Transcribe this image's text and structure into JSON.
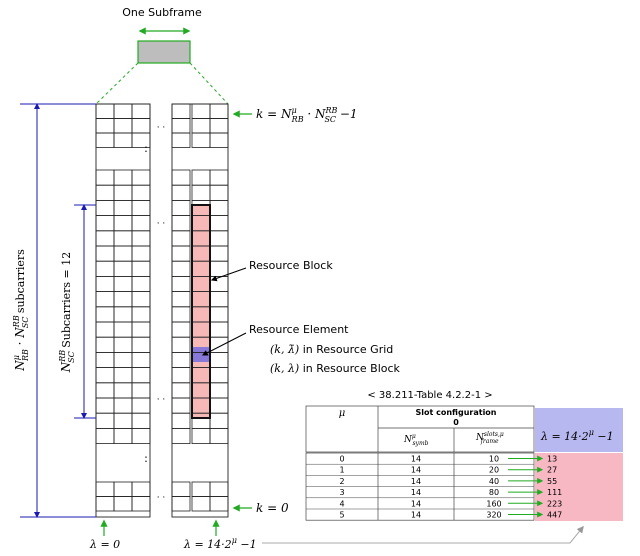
{
  "subframe": {
    "title": "One Subframe"
  },
  "grid": {
    "top_k_label": "k = N",
    "top_k_sup": "μ",
    "top_k_sub": "RB",
    "top_k_mid": " · N",
    "top_k_sup2": "RB",
    "top_k_sub2": "SC",
    "top_k_end": " −1",
    "bottom_k_label": "k = 0",
    "lambda_zero": "λ = 0",
    "lambda_max": "λ = 14·2",
    "lambda_max_sup": "μ",
    "lambda_max_end": " −1",
    "left_axis_main": "N",
    "left_axis_sup1": "μ",
    "left_axis_sub1": "RB",
    "left_axis_mid": " · N",
    "left_axis_sup2": "RB",
    "left_axis_sub2": "SC",
    "left_axis_end": "  subcarriers",
    "inner_axis_main": "N",
    "inner_axis_sup": "RB",
    "inner_axis_sub": "SC",
    "inner_axis_end": "  Subcarriers = 12",
    "dots": "· ·",
    "vdots": ":"
  },
  "labels": {
    "resource_block": "Resource Block",
    "resource_element": "Resource Element",
    "re_grid_coord": "(k, λ̄)",
    "re_grid_text": " in Resource Grid",
    "re_block_coord": "(k, λ)",
    "re_block_text": " in Resource Block"
  },
  "table": {
    "caption": "< 38.211-Table 4.2.2-1 >",
    "header_mu": "μ",
    "header_slot_config": "Slot configuration",
    "header_zero": "0",
    "header_nsymb": "N",
    "header_nsymb_sup": "μ",
    "header_nsymb_sub": "symb",
    "header_nslots": "N",
    "header_nslots_sup": "slots,μ",
    "header_nslots_sub": "frame",
    "lambda_header": "λ = 14·2",
    "lambda_header_sup": "μ",
    "lambda_header_end": " −1",
    "rows": [
      {
        "mu": "0",
        "nsymb": "14",
        "nslots": "10",
        "lambda": "13"
      },
      {
        "mu": "1",
        "nsymb": "14",
        "nslots": "20",
        "lambda": "27"
      },
      {
        "mu": "2",
        "nsymb": "14",
        "nslots": "40",
        "lambda": "55"
      },
      {
        "mu": "3",
        "nsymb": "14",
        "nslots": "80",
        "lambda": "111"
      },
      {
        "mu": "4",
        "nsymb": "14",
        "nslots": "160",
        "lambda": "223"
      },
      {
        "mu": "5",
        "nsymb": "14",
        "nslots": "320",
        "lambda": "447"
      }
    ]
  },
  "colors": {
    "resource_block_fill": "#f7b8b8",
    "resource_element_fill": "#8878d8",
    "lambda_header_fill": "#b8b8f0",
    "lambda_col_fill": "#f7b8c4",
    "axis_blue": "#1a1ab0",
    "green": "#22aa22"
  }
}
